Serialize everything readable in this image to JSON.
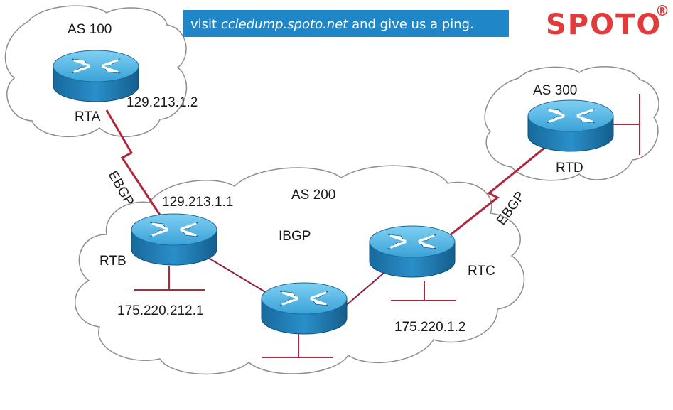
{
  "banner": {
    "prefix": "visit ",
    "site": "cciedump.spoto.net",
    "suffix": " and give us a ping."
  },
  "logo": {
    "text": "SPOTO",
    "mark": "®",
    "color": "#e23b3b"
  },
  "colors": {
    "link": "#b0243c",
    "router_top": "#5ab7e6",
    "router_body": "#1f7fb8",
    "banner_bg": "#1f87c7",
    "cloud_stroke": "#8e8e8e"
  },
  "clouds": {
    "as100": "AS 100",
    "as200": "AS 200",
    "as300": "AS 300"
  },
  "routers": {
    "rta": {
      "name": "RTA",
      "ip": "129.213.1.2"
    },
    "rtb": {
      "name": "RTB",
      "ip_top": "129.213.1.1",
      "ip_lan": "175.220.212.1"
    },
    "rtc": {
      "name": "RTC",
      "ip_lan": "175.220.1.2"
    },
    "rtd": {
      "name": "RTD"
    },
    "mid": {
      "name": ""
    }
  },
  "links": {
    "ebgp_left": "EBGP",
    "ebgp_right": "EBGP",
    "ibgp": "IBGP"
  }
}
